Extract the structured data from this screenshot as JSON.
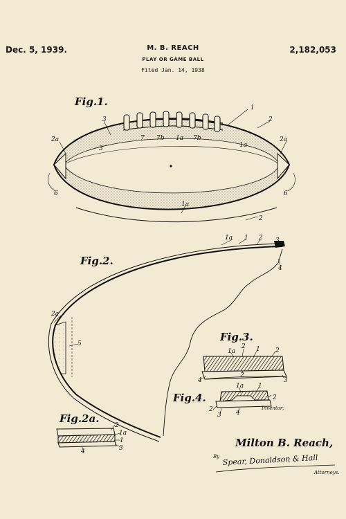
{
  "header": {
    "date": "Dec. 5, 1939.",
    "inventor": "M. B. REACH",
    "title": "PLAY OR GAME BALL",
    "filed": "Filed Jan. 14, 1938",
    "patent_number": "2,182,053"
  },
  "figures": {
    "fig1": "Fig.1.",
    "fig2": "Fig.2.",
    "fig2a": "Fig.2a.",
    "fig3": "Fig.3.",
    "fig4": "Fig.4."
  },
  "reference_numerals": {
    "n1": "1",
    "n2": "2",
    "n3": "3",
    "n4": "4",
    "n5": "5",
    "n6": "6",
    "n7": "7",
    "n7b": "7b",
    "n1a": "1a",
    "n2a": "2a"
  },
  "signature": {
    "inventor_label": "Inventor;",
    "name": "Milton B. Reach,",
    "by": "By",
    "attorneys_signature": "Spear, Donaldson & Hall",
    "attorneys": "Attorneys."
  },
  "colors": {
    "paper": "#f3ead4",
    "ink": "#111111"
  }
}
